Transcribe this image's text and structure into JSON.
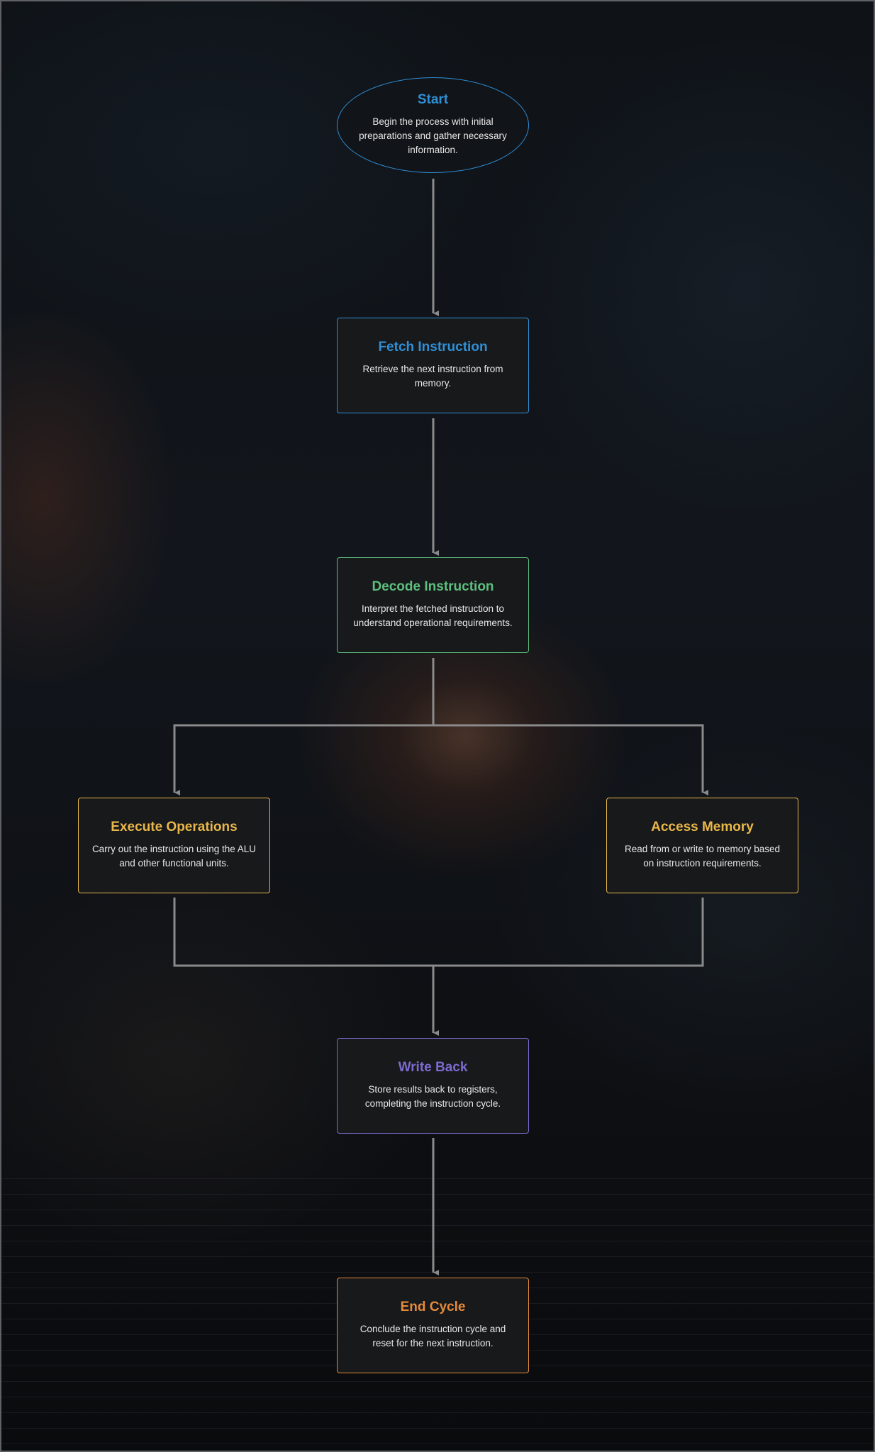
{
  "colors": {
    "blue": "#2f8fd5",
    "green": "#5dbf7e",
    "yellow": "#e8b74a",
    "purple": "#7d6ad0",
    "orange": "#e58a3a",
    "connector": "#8a8a8a"
  },
  "nodes": {
    "start": {
      "title": "Start",
      "description": "Begin the process with initial preparations and gather necessary information."
    },
    "fetch": {
      "title": "Fetch Instruction",
      "description": "Retrieve the next instruction from memory."
    },
    "decode": {
      "title": "Decode Instruction",
      "description": "Interpret the fetched instruction to understand operational requirements."
    },
    "execute": {
      "title": "Execute Operations",
      "description": "Carry out the instruction using the ALU and other functional units."
    },
    "memory": {
      "title": "Access Memory",
      "description": "Read from or write to memory based on instruction requirements."
    },
    "writeback": {
      "title": "Write Back",
      "description": "Store results back to registers, completing the instruction cycle."
    },
    "end": {
      "title": "End Cycle",
      "description": "Conclude the instruction cycle and reset for the next instruction."
    }
  }
}
